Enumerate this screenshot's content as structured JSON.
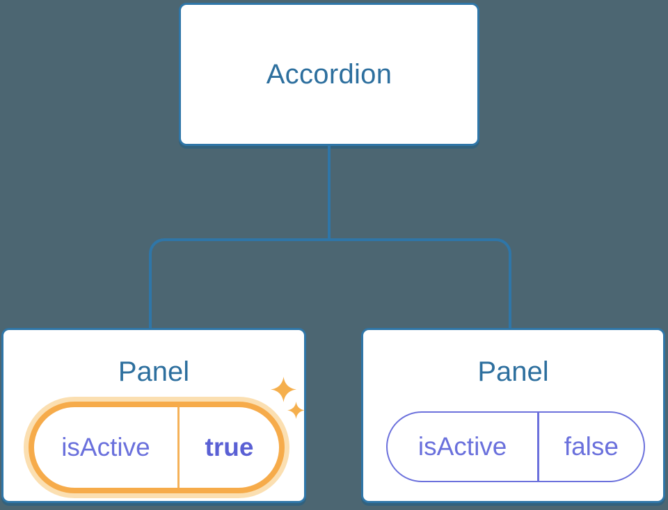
{
  "diagram": {
    "description": "Component tree diagram: parent component with two child panels holding isActive state",
    "root": {
      "label": "Accordion"
    },
    "panels": [
      {
        "title": "Panel",
        "state_key": "isActive",
        "state_value": "true",
        "active": true,
        "highlighted": "sparkle glow"
      },
      {
        "title": "Panel",
        "state_key": "isActive",
        "state_value": "false",
        "active": false,
        "highlighted": "none"
      }
    ],
    "colors": {
      "background": "#4C6672",
      "node_fill": "#FFFFFF",
      "node_border": "#2F76A8",
      "node_text": "#2D6F9E",
      "connector_line": "#2F76A8",
      "state_text": "#6A70DC",
      "state_border_inactive": "#6B70DC",
      "active_value_text": "#5A60D4",
      "active_pill_border": "#F6AB4A",
      "active_pill_glow": "#FBDFB1",
      "sparkle": "#F5AF4D"
    }
  }
}
